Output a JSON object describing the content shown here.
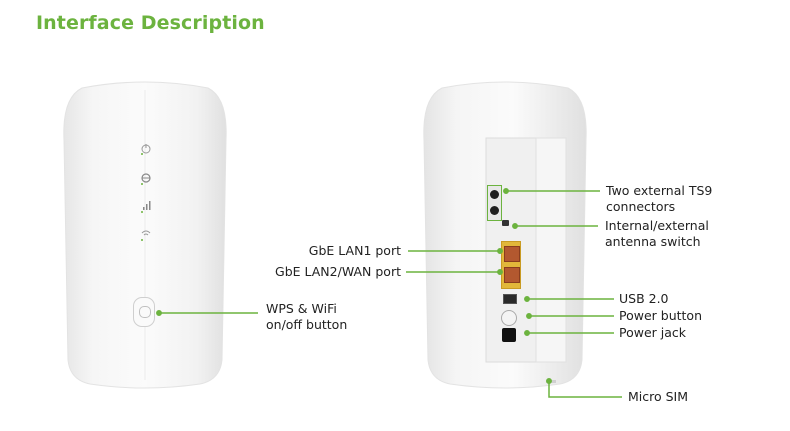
{
  "page": {
    "title": "Interface Description"
  },
  "colors": {
    "accent": "#6cb33f",
    "port_yellow": "#e2b73a",
    "port_inner": "#b3582f",
    "device_body": "#f4f4f4",
    "text": "#222222"
  },
  "front_view": {
    "indicator_icons": [
      "power-icon",
      "internet-icon",
      "signal-icon",
      "wifi-icon"
    ],
    "button_icon": "wps-wifi-icon"
  },
  "callouts": {
    "wps_wifi": {
      "line1": "WPS & WiFi",
      "line2": "on/off button"
    },
    "ts9": {
      "line1": "Two external TS9",
      "line2": "connectors"
    },
    "antenna_switch": {
      "line1": "Internal/external",
      "line2": "antenna switch"
    },
    "lan1": "GbE LAN1 port",
    "lan2_wan": "GbE LAN2/WAN port",
    "usb": "USB 2.0",
    "power_button": "Power button",
    "power_jack": "Power jack",
    "micro_sim": "Micro SIM"
  }
}
